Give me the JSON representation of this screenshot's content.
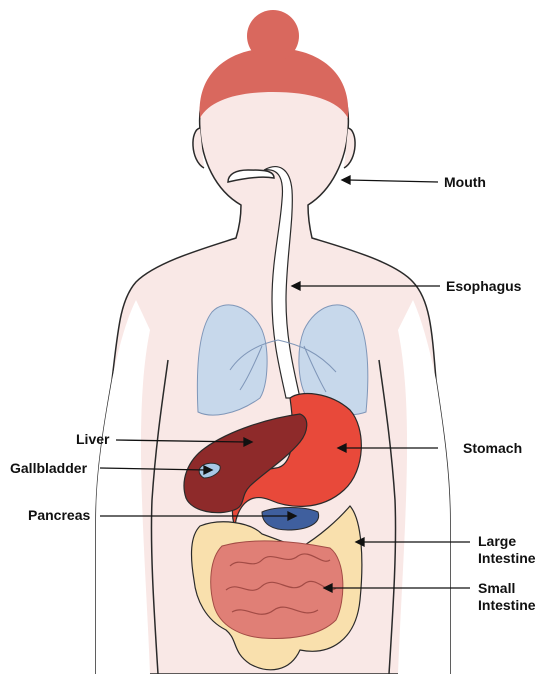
{
  "labels": {
    "mouth": "Mouth",
    "esophagus": "Esophagus",
    "liver": "Liver",
    "gallbladder": "Gallbladder",
    "stomach": "Stomach",
    "pancreas": "Pancreas",
    "large_intestine": [
      "Large",
      "Intestine"
    ],
    "small_intestine": [
      "Small",
      "Intestine"
    ]
  },
  "colors": {
    "skin": "#f9e8e6",
    "hair": "#d9685e",
    "outline": "#2a2a2a",
    "lungs": "#c7d8eb",
    "liver": "#8e2a2a",
    "gallbladder": "#a8c8e6",
    "stomach": "#e8493a",
    "pancreas": "#3f5f9e",
    "large_intestine": "#f9e0ad",
    "small_intestine": "#e07f76",
    "leader_line": "#111111"
  }
}
